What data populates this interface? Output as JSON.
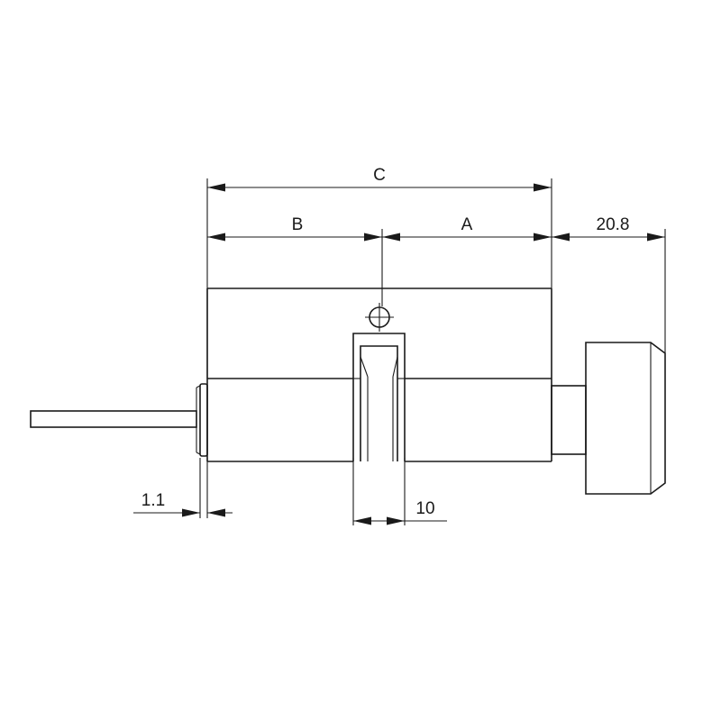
{
  "drawing": {
    "dimensions": {
      "overall": "C",
      "left_section": "B",
      "right_section": "A",
      "knob_length": "20.8",
      "flange_thickness": "1.1",
      "cam_width": "10"
    }
  }
}
